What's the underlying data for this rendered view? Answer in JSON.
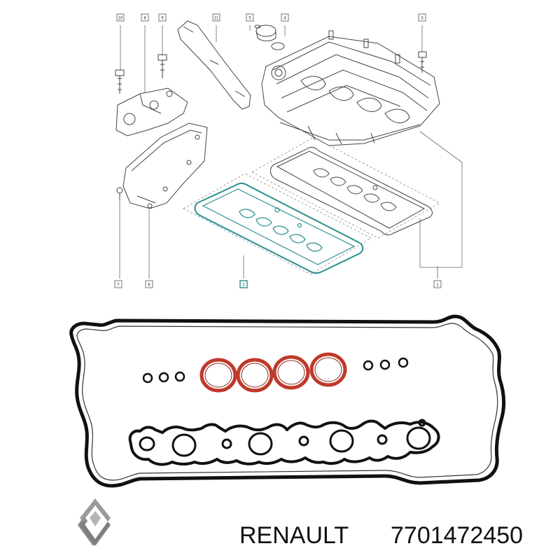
{
  "diagram": {
    "callouts": [
      {
        "id": "1",
        "label": "1"
      },
      {
        "id": "2",
        "label": "2"
      },
      {
        "id": "3",
        "label": "3"
      },
      {
        "id": "4",
        "label": "4"
      },
      {
        "id": "5",
        "label": "5"
      },
      {
        "id": "6",
        "label": "6"
      },
      {
        "id": "7",
        "label": "7"
      },
      {
        "id": "8",
        "label": "8"
      },
      {
        "id": "9",
        "label": "9"
      },
      {
        "id": "10",
        "label": "10"
      },
      {
        "id": "11",
        "label": "11"
      }
    ],
    "highlighted_part": "2",
    "colors": {
      "highlight": "#2a8f8f",
      "line": "#444444",
      "gasket": "#111111",
      "oring": "#c0392b",
      "logo": "#999999"
    }
  },
  "product": {
    "brand": "RENAULT",
    "part_number": "7701472450"
  },
  "logo": {
    "icon": "renault-diamond-icon"
  }
}
